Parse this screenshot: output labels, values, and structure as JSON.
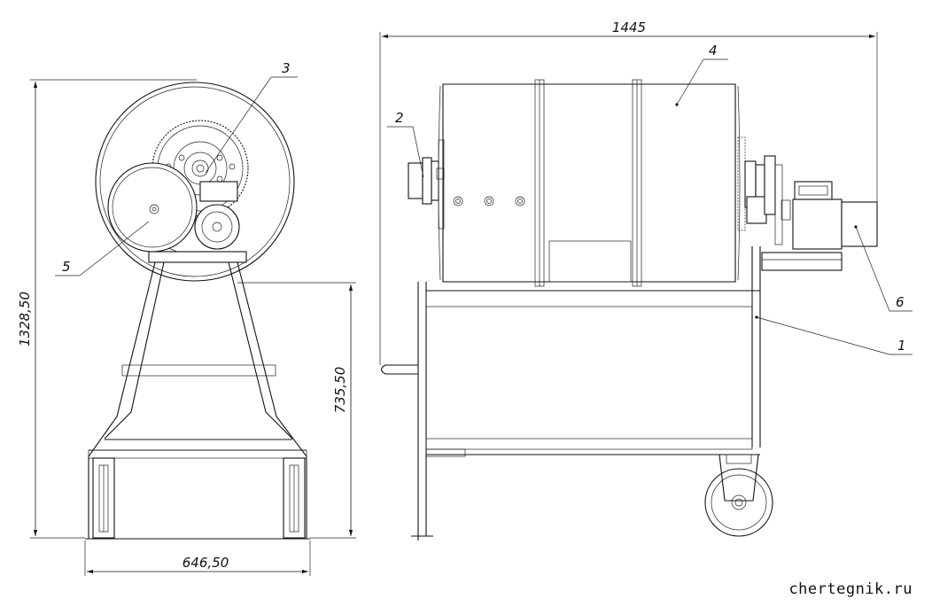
{
  "dimensions": {
    "total_length": "1445",
    "total_height": "1328,50",
    "frame_height": "735,50",
    "base_width": "646,50"
  },
  "callouts": [
    "1",
    "2",
    "3",
    "4",
    "5",
    "6"
  ],
  "website": "chertegnik.ru"
}
